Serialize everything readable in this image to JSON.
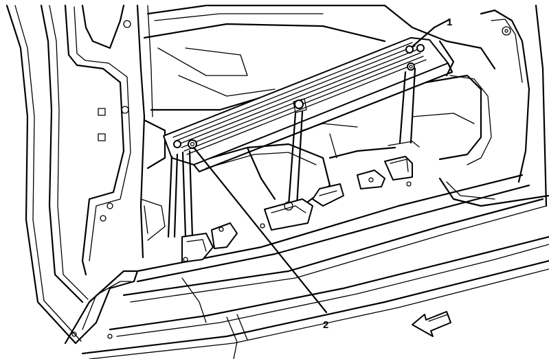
{
  "diagram": {
    "callouts": [
      {
        "id": "1",
        "label": "1"
      },
      {
        "id": "2",
        "label": "2"
      }
    ],
    "icons": [
      "direction-arrow-icon"
    ]
  }
}
